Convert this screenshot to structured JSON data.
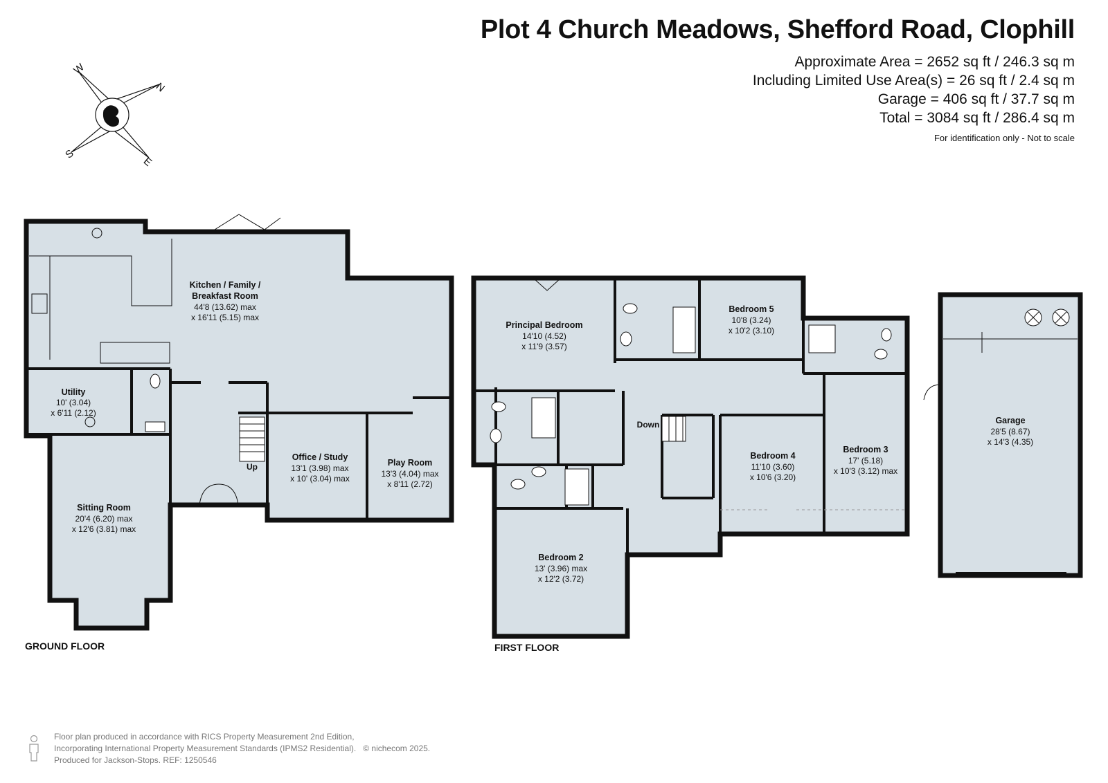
{
  "header": {
    "title": "Plot 4 Church Meadows, Shefford Road, Clophill",
    "areas": [
      "Approximate Area = 2652 sq ft / 246.3 sq m",
      "Including Limited Use Area(s) = 26 sq ft / 2.4 sq m",
      "Garage = 406 sq ft / 37.7 sq m",
      "Total = 3084 sq ft / 286.4 sq m"
    ],
    "note": "For identification only - Not to scale"
  },
  "compass": {
    "n": "N",
    "e": "E",
    "s": "S",
    "w": "W",
    "icon": "compass-rose-icon"
  },
  "floors": {
    "ground": "GROUND FLOOR",
    "first": "FIRST FLOOR"
  },
  "rooms": {
    "kitchen": {
      "name1": "Kitchen / Family /",
      "name2": "Breakfast Room",
      "dim1": "44'8 (13.62) max",
      "dim2": "x 16'11 (5.15) max"
    },
    "utility": {
      "name": "Utility",
      "dim1": "10' (3.04)",
      "dim2": "x 6'11 (2.12)"
    },
    "sitting": {
      "name": "Sitting Room",
      "dim1": "20'4 (6.20) max",
      "dim2": "x 12'6 (3.81) max"
    },
    "office": {
      "name": "Office / Study",
      "dim1": "13'1 (3.98) max",
      "dim2": "x 10' (3.04) max"
    },
    "play": {
      "name": "Play Room",
      "dim1": "13'3 (4.04) max",
      "dim2": "x 8'11 (2.72)"
    },
    "principal": {
      "name": "Principal Bedroom",
      "dim1": "14'10 (4.52)",
      "dim2": "x 11'9 (3.57)"
    },
    "bed5": {
      "name": "Bedroom 5",
      "dim1": "10'8 (3.24)",
      "dim2": "x 10'2 (3.10)"
    },
    "bed4": {
      "name": "Bedroom 4",
      "dim1": "11'10 (3.60)",
      "dim2": "x 10'6 (3.20)"
    },
    "bed3": {
      "name": "Bedroom 3",
      "dim1": "17' (5.18)",
      "dim2": "x 10'3 (3.12) max"
    },
    "bed2": {
      "name": "Bedroom 2",
      "dim1": "13' (3.96) max",
      "dim2": "x 12'2 (3.72)"
    },
    "garage": {
      "name": "Garage",
      "dim1": "28'5 (8.67)",
      "dim2": "x 14'3 (4.35)"
    },
    "up": "Up",
    "down": "Down"
  },
  "footer": {
    "line1": "Floor plan produced in accordance with RICS Property Measurement 2nd Edition,",
    "line2": "Incorporating International Property Measurement Standards (IPMS2 Residential).",
    "copyright": "© nichecom 2025.",
    "line3": "Produced for Jackson-Stops.   REF: 1250546"
  },
  "colors": {
    "floor": "#d7e0e6",
    "wall": "#111111",
    "footer_text": "#777777"
  }
}
